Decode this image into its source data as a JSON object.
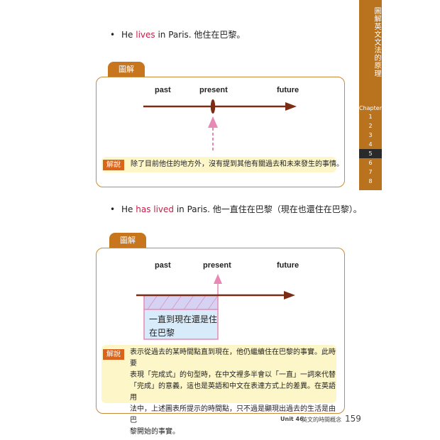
{
  "side_tab": {
    "title": "圖解英文文法的原理",
    "chapter_label": "Chapter",
    "chapters": [
      "1",
      "2",
      "3",
      "4",
      "5",
      "6",
      "7",
      "8"
    ],
    "active_chapter": "5"
  },
  "example1": {
    "dot": "•",
    "pre": "He ",
    "verb": "lives",
    "post": " in Paris. 他住在巴黎。",
    "tag": "圖解",
    "timeline": {
      "past": "past",
      "present": "present",
      "future": "future"
    },
    "note_tag": "解說",
    "note": "除了目前他住的地方外，沒有提到其他有關過去和未來發生的事情。"
  },
  "example2": {
    "dot": "•",
    "pre": "He ",
    "verb": "has lived",
    "post": " in Paris. 他一直住在巴黎（現在也還住在巴黎）。",
    "tag": "圖解",
    "timeline": {
      "past": "past",
      "present": "present",
      "future": "future"
    },
    "box_line1": "一直到現在還是住",
    "box_line2": "在巴黎",
    "note_tag": "解說",
    "note_lines": [
      "表示從過去的某時間點直到現在，他仍繼續住在巴黎的事實。此時要",
      "表現「完成式」的句型時，在中文裡多半會以「一直」一詞來代替",
      "「完成」的意義，這也是英語和中文在表達方式上的差異。在英語用",
      "法中，上述圖表所提示的時間點，只不過是顯現出過去的生活是由巴",
      "黎開始的事實。"
    ]
  },
  "footer": {
    "unit": "Unit 46",
    "unit_title": "英文的時間概念",
    "page": "159"
  },
  "colors": {
    "tab_brown": "#b9731f",
    "arrow_brown": "#7a2d14",
    "highlight": "#c41f4a",
    "note_bg": "#fdf6c8",
    "pink": "#e889b5"
  }
}
